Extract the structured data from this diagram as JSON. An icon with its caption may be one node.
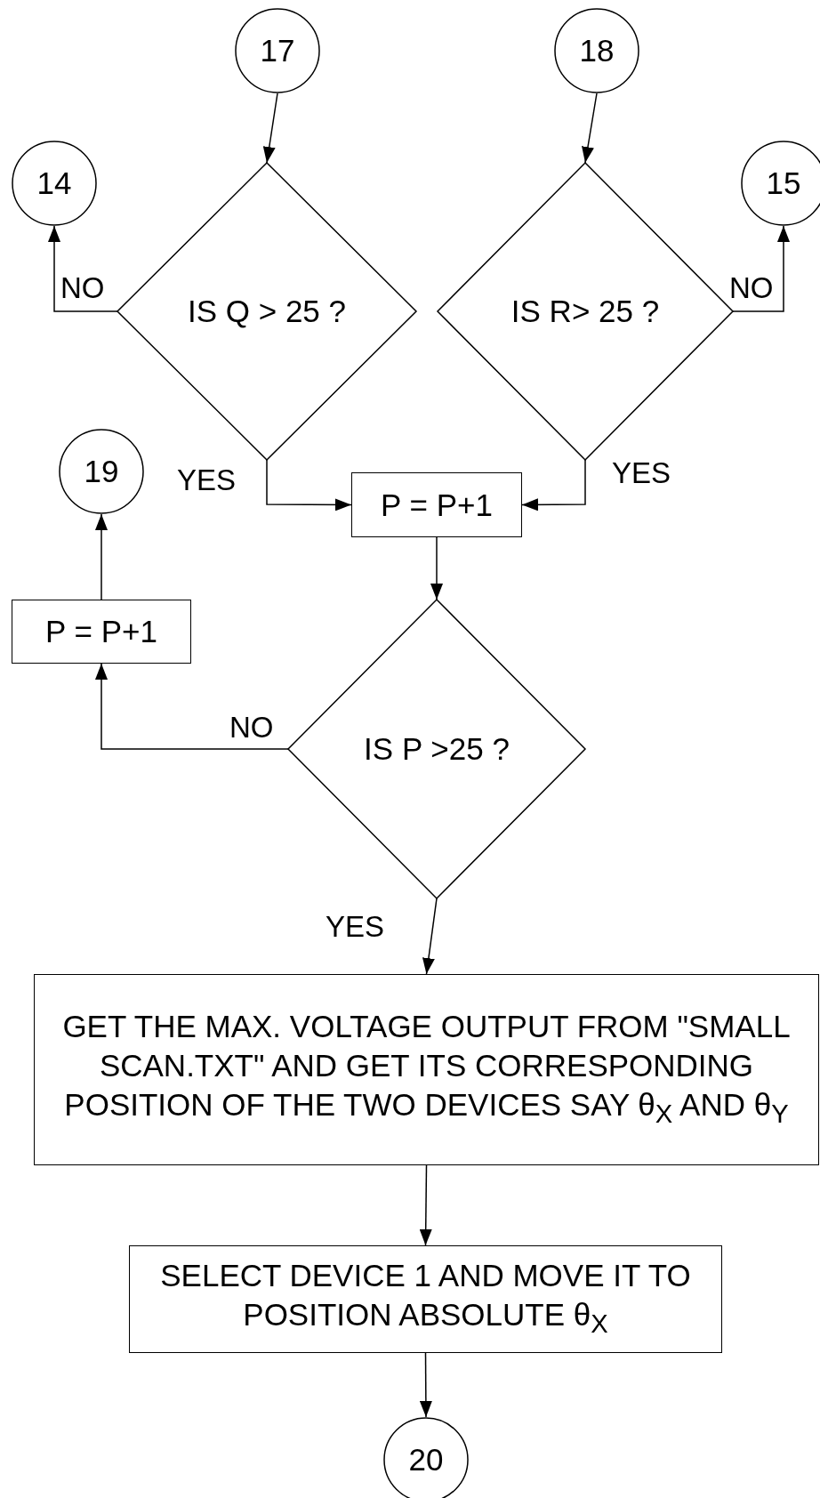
{
  "diagram": {
    "nodes": [
      {
        "text": [
          "17"
        ]
      },
      {
        "text": [
          "18"
        ]
      },
      {
        "text": [
          "14"
        ]
      },
      {
        "text": [
          "IS Q > 25 ?"
        ]
      },
      {
        "text": [
          "IS R> 25 ?"
        ]
      },
      {
        "text": [
          "15"
        ]
      },
      {
        "text": [
          "19"
        ]
      },
      {
        "text": [
          "P = P+1"
        ]
      },
      {
        "text": [
          "P = P+1"
        ]
      },
      {
        "text": [
          "IS P >25 ?"
        ]
      },
      {
        "text": [
          "GET THE MAX. VOLTAGE OUTPUT FROM \"SMALL SCAN.TXT\" AND GET ITS CORRESPONDING POSITION OF THE TWO DEVICES SAY θ$_{X}$ AND θ$_{Y}$"
        ]
      },
      {
        "text": [
          "SELECT DEVICE 1 AND MOVE IT TO POSITION ABSOLUTE θ$_{X}$"
        ]
      },
      {
        "text": [
          "20"
        ]
      }
    ],
    "edges": [
      {
        "from": 0,
        "to": 3,
        "arrow": "to"
      },
      {
        "from": 1,
        "to": 4,
        "arrow": "to"
      },
      {
        "from": 3,
        "to": 2,
        "arrow": "to",
        "label": "NO"
      },
      {
        "from": 4,
        "to": 5,
        "arrow": "to",
        "label": "NO"
      },
      {
        "from": 3,
        "to": 7,
        "arrow": "to",
        "label": "YES"
      },
      {
        "from": 4,
        "to": 7,
        "arrow": "to",
        "label": "YES"
      },
      {
        "from": 7,
        "to": 9,
        "arrow": "to"
      },
      {
        "from": 9,
        "to": 8,
        "arrow": "to",
        "label": "NO"
      },
      {
        "from": 8,
        "to": 6,
        "arrow": "to"
      },
      {
        "from": 9,
        "to": 10,
        "arrow": "to",
        "label": "YES"
      },
      {
        "from": 10,
        "to": 11,
        "arrow": "to"
      },
      {
        "from": 11,
        "to": 12,
        "arrow": "to"
      }
    ]
  }
}
